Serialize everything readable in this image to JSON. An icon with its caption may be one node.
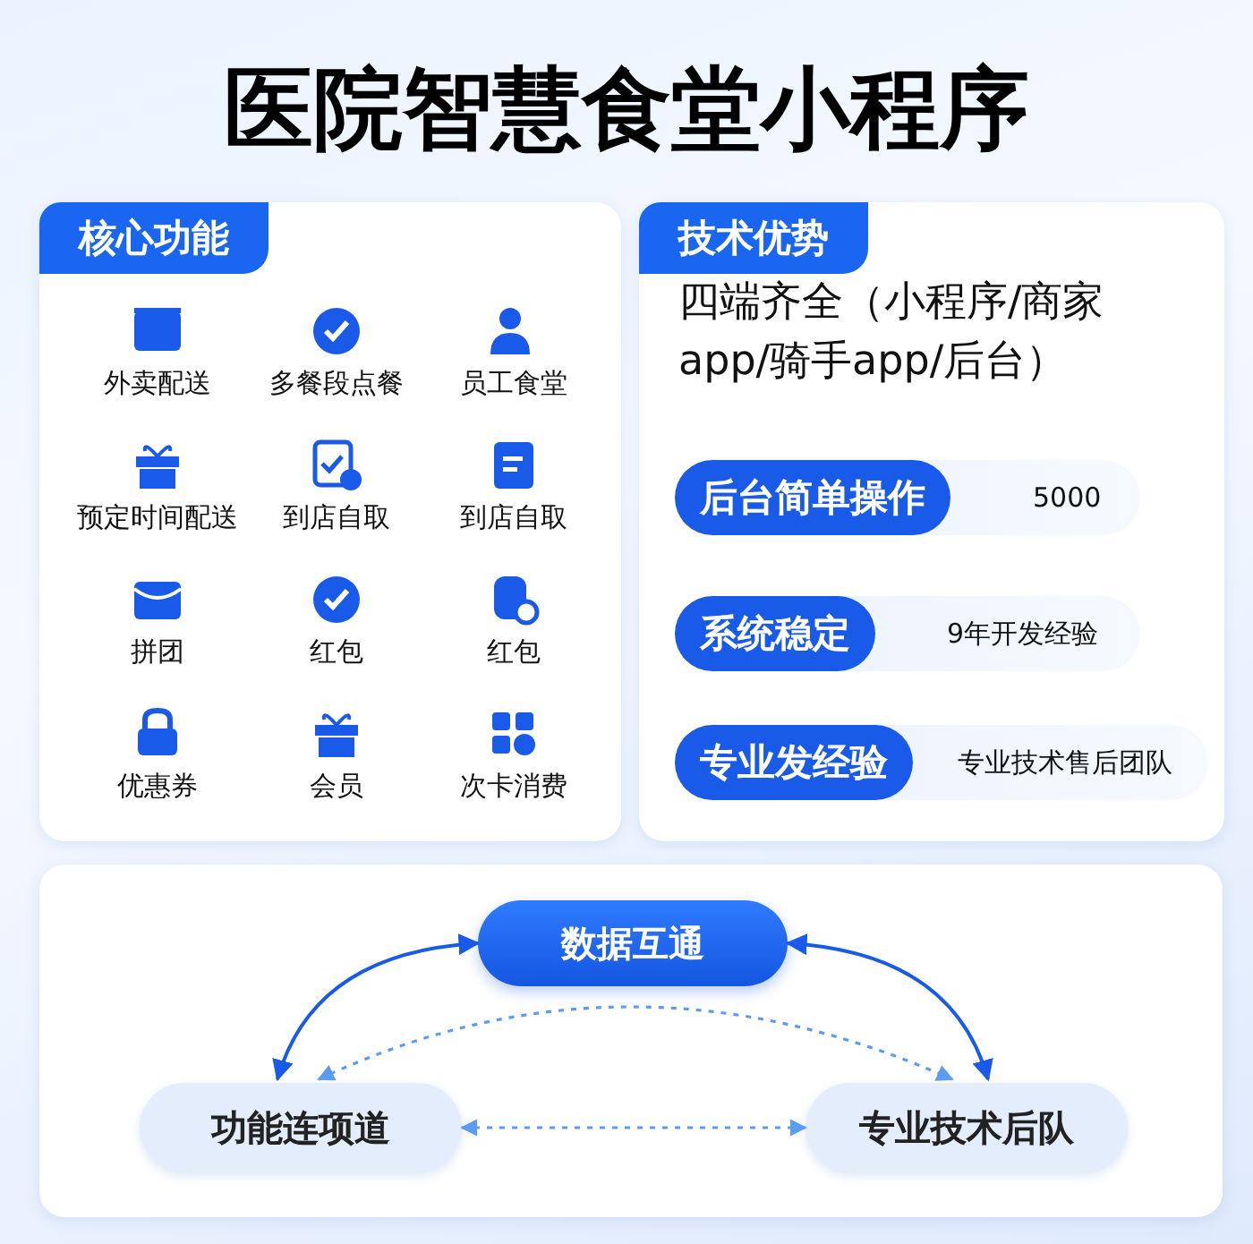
{
  "diagram": {
    "title": "医院智慧食堂小程序",
    "nodes": [
      {
        "text": [
          "核心功能"
        ]
      },
      {
        "text": [
          "技术优势",
          "四端齐全（小程序/商家app/骑手app/后台）"
        ]
      },
      {
        "text": [
          "后台简单操作",
          "5000"
        ],
        "in": 1
      },
      {
        "text": [
          "系统稳定",
          "9年开发经验"
        ],
        "in": 1
      },
      {
        "text": [
          "专业发经验",
          "专业技术售后团队"
        ],
        "in": 1
      },
      {
        "text": [
          "数据互通"
        ]
      },
      {
        "text": [
          "功能连项道"
        ]
      },
      {
        "text": [
          "专业技术后队"
        ]
      }
    ],
    "edges": [
      {
        "from": 5,
        "to": 6,
        "arrow": "both"
      },
      {
        "from": 5,
        "to": 7,
        "arrow": "both"
      },
      {
        "from": 6,
        "to": 7,
        "arrow": "both",
        "style": "dashed",
        "color": "#5b9bf0"
      },
      {
        "from": 6,
        "to": 7,
        "arrow": "both",
        "style": "dashed",
        "color": "#5b9bf0"
      }
    ],
    "labels": [
      "外卖配送",
      "多餐段点餐",
      "员工食堂",
      "预定时间配送",
      "到店自取",
      "到店自取",
      "拼团",
      "红包",
      "红包",
      "优惠券",
      "会员",
      "次卡消费"
    ]
  }
}
